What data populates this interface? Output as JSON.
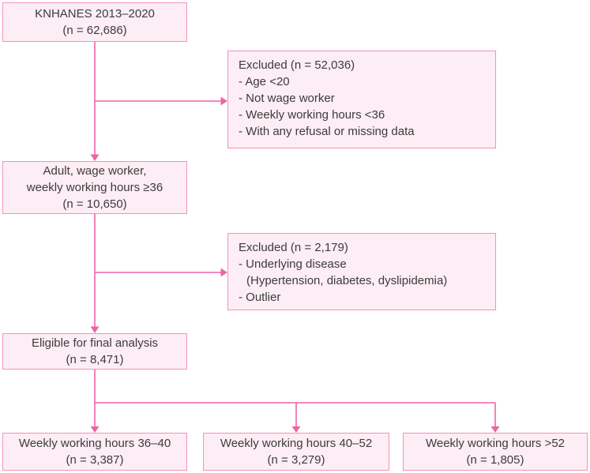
{
  "colors": {
    "box_fill": "#fdedf4",
    "box_border": "#f491bd",
    "arrow_line": "#ee64a3",
    "text": "#3c3c3c",
    "background": "#ffffff"
  },
  "nodes": {
    "knhanes": {
      "lines": [
        "KNHANES 2013–2020",
        "(n = 62,686)"
      ]
    },
    "excluded_first": {
      "lines": [
        "Excluded (n = 52,036)",
        "- Age <20",
        "- Not wage worker",
        "- Weekly working hours <36",
        "- With any refusal or missing data"
      ]
    },
    "adult_wage_worker": {
      "lines": [
        "Adult, wage worker,",
        "weekly working hours ≥36",
        "(n = 10,650)"
      ]
    },
    "excluded_second": {
      "lines": [
        "Excluded (n = 2,179)",
        "- Underlying disease",
        "(Hypertension, diabetes, dyslipidemia)",
        "- Outlier"
      ]
    },
    "eligible": {
      "lines": [
        "Eligible for final analysis",
        "(n = 8,471)"
      ]
    },
    "hours_36_40": {
      "lines": [
        "Weekly working hours 36–40",
        "(n = 3,387)"
      ]
    },
    "hours_40_52": {
      "lines": [
        "Weekly working hours 40–52",
        "(n = 3,279)"
      ]
    },
    "hours_gt_52": {
      "lines": [
        "Weekly working hours >52",
        "(n = 1,805)"
      ]
    }
  }
}
